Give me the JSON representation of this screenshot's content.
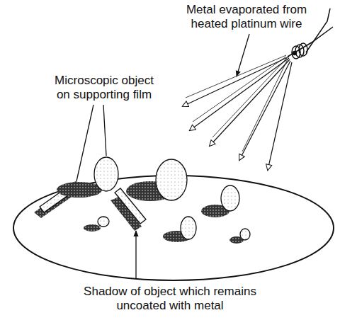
{
  "diagram": {
    "labels": [
      "Metal evaporated from heated platinum wire",
      "Microscopic object on supporting film",
      "Shadow of object which remains uncoated with metal"
    ]
  }
}
